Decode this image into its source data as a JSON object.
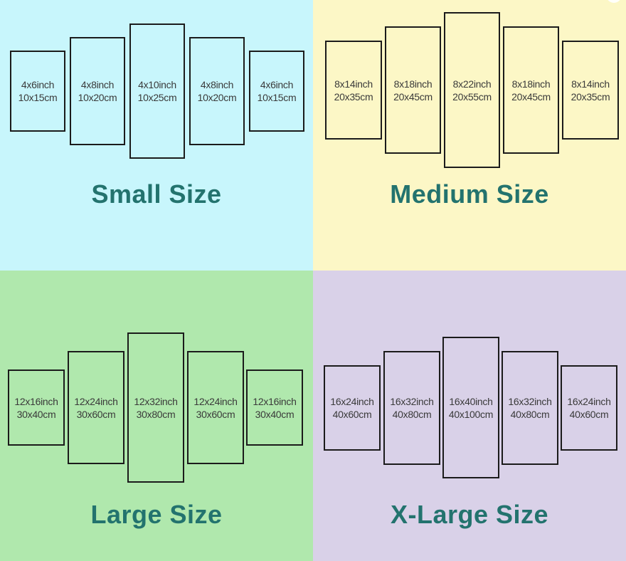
{
  "colors": {
    "small_bg": "#c8f6fc",
    "medium_bg": "#fcf7c6",
    "large_bg": "#b0e8ad",
    "xlarge_bg": "#d9d1e8",
    "title": "#23736e",
    "panel_border": "#1b1b1b"
  },
  "sections": [
    {
      "title": "Small Size",
      "panels": [
        {
          "inch": "4x6inch",
          "cm": "10x15cm"
        },
        {
          "inch": "4x8inch",
          "cm": "10x20cm"
        },
        {
          "inch": "4x10inch",
          "cm": "10x25cm"
        },
        {
          "inch": "4x8inch",
          "cm": "10x20cm"
        },
        {
          "inch": "4x6inch",
          "cm": "10x15cm"
        }
      ]
    },
    {
      "title": "Medium Size",
      "panels": [
        {
          "inch": "8x14inch",
          "cm": "20x35cm"
        },
        {
          "inch": "8x18inch",
          "cm": "20x45cm"
        },
        {
          "inch": "8x22inch",
          "cm": "20x55cm"
        },
        {
          "inch": "8x18inch",
          "cm": "20x45cm"
        },
        {
          "inch": "8x14inch",
          "cm": "20x35cm"
        }
      ]
    },
    {
      "title": "Large Size",
      "panels": [
        {
          "inch": "12x16inch",
          "cm": "30x40cm"
        },
        {
          "inch": "12x24inch",
          "cm": "30x60cm"
        },
        {
          "inch": "12x32inch",
          "cm": "30x80cm"
        },
        {
          "inch": "12x24inch",
          "cm": "30x60cm"
        },
        {
          "inch": "12x16inch",
          "cm": "30x40cm"
        }
      ]
    },
    {
      "title": "X-Large Size",
      "panels": [
        {
          "inch": "16x24inch",
          "cm": "40x60cm"
        },
        {
          "inch": "16x32inch",
          "cm": "40x80cm"
        },
        {
          "inch": "16x40inch",
          "cm": "40x100cm"
        },
        {
          "inch": "16x32inch",
          "cm": "40x80cm"
        },
        {
          "inch": "16x24inch",
          "cm": "40x60cm"
        }
      ]
    }
  ]
}
